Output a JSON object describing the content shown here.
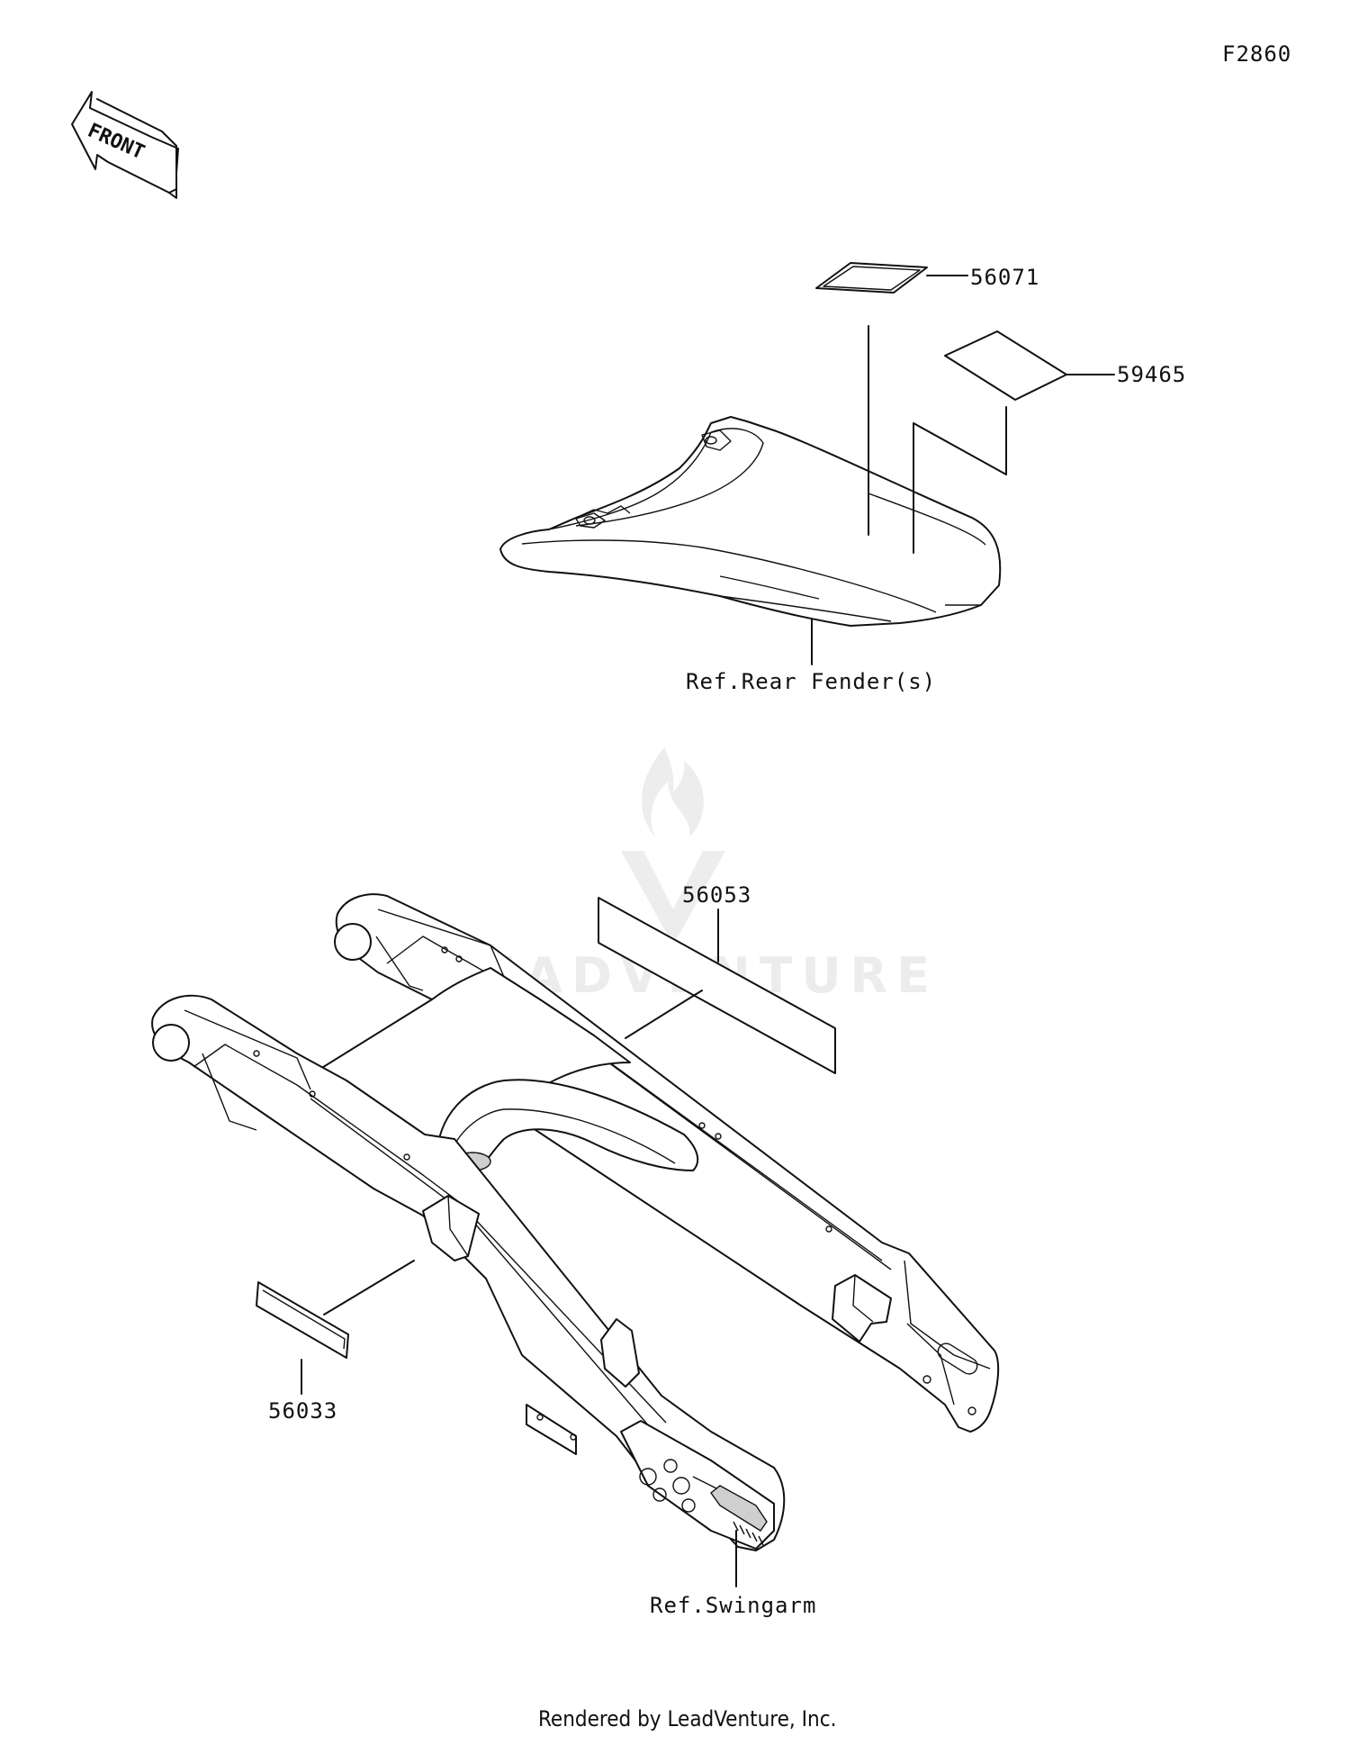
{
  "diagram_code": "F2860",
  "front_arrow_label": "FRONT",
  "parts": [
    {
      "number": "56071"
    },
    {
      "number": "59465"
    },
    {
      "number": "56053"
    },
    {
      "number": "56033"
    }
  ],
  "references": {
    "rear_fender": "Ref.Rear Fender(s)",
    "swingarm": "Ref.Swingarm"
  },
  "watermark": "LEADVENTURE",
  "footer": "Rendered by LeadVenture, Inc."
}
